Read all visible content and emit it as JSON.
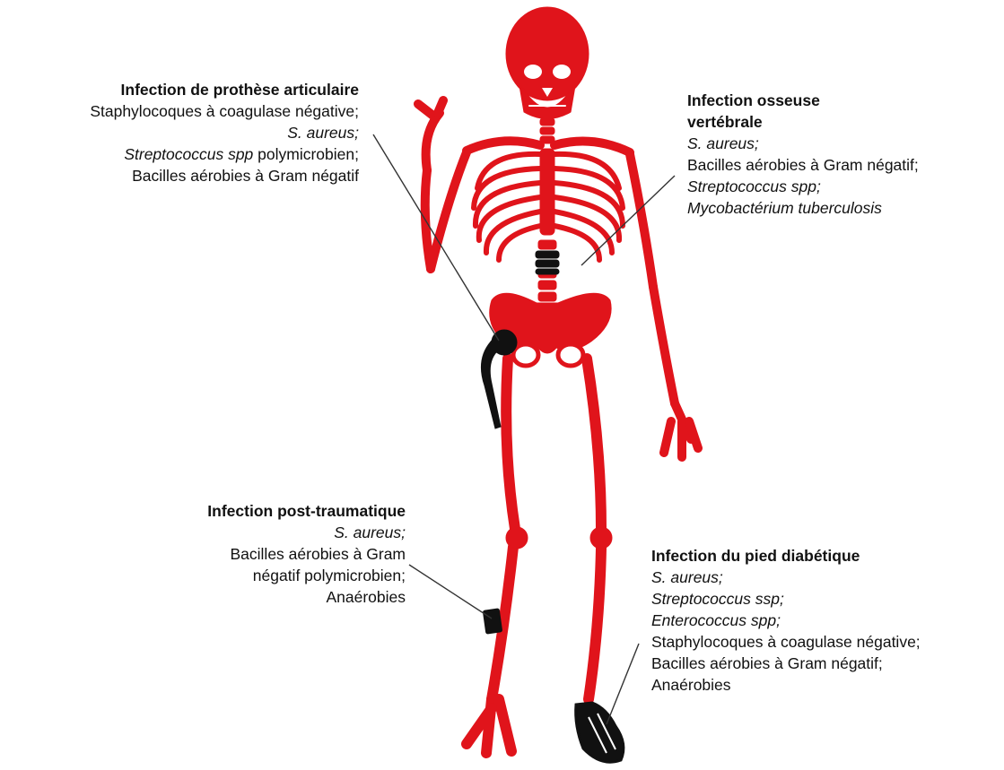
{
  "colors": {
    "bone": "#e0141b",
    "implant": "#111111",
    "leader": "#333333",
    "text": "#111111"
  },
  "labels": {
    "prothese": {
      "title": "Infection de prothèse articulaire",
      "lines": [
        {
          "parts": [
            {
              "text": "Staphylocoques à coagulase négative;",
              "italic": false
            }
          ]
        },
        {
          "parts": [
            {
              "text": "S. aureus;",
              "italic": true
            }
          ]
        },
        {
          "parts": [
            {
              "text": "Streptococcus spp",
              "italic": true
            },
            {
              "text": " polymicrobien;",
              "italic": false
            }
          ]
        },
        {
          "parts": [
            {
              "text": "Bacilles aérobies à Gram négatif",
              "italic": false
            }
          ]
        }
      ]
    },
    "vertebrale": {
      "title_1": "Infection osseuse",
      "title_2": "vertébrale",
      "lines": [
        {
          "parts": [
            {
              "text": "S. aureus;",
              "italic": true
            }
          ]
        },
        {
          "parts": [
            {
              "text": "Bacilles aérobies à Gram négatif;",
              "italic": false
            }
          ]
        },
        {
          "parts": [
            {
              "text": "Streptococcus spp;",
              "italic": true
            }
          ]
        },
        {
          "parts": [
            {
              "text": "Mycobactérium tuberculosis",
              "italic": true
            }
          ]
        }
      ]
    },
    "post": {
      "title": "Infection post-traumatique",
      "lines": [
        {
          "parts": [
            {
              "text": "S. aureus;",
              "italic": true
            }
          ]
        },
        {
          "parts": [
            {
              "text": "Bacilles aérobies à Gram",
              "italic": false
            }
          ]
        },
        {
          "parts": [
            {
              "text": "négatif polymicrobien;",
              "italic": false
            }
          ]
        },
        {
          "parts": [
            {
              "text": "Anaérobies",
              "italic": false
            }
          ]
        }
      ]
    },
    "pied": {
      "title": "Infection du pied diabétique",
      "lines": [
        {
          "parts": [
            {
              "text": "S. aureus;",
              "italic": true
            }
          ]
        },
        {
          "parts": [
            {
              "text": "Streptococcus ssp;",
              "italic": true
            }
          ]
        },
        {
          "parts": [
            {
              "text": "Enterococcus spp;",
              "italic": true
            }
          ]
        },
        {
          "parts": [
            {
              "text": "Staphylocoques à coagulase négative;",
              "italic": false
            }
          ]
        },
        {
          "parts": [
            {
              "text": "Bacilles aérobies à Gram négatif;",
              "italic": false
            }
          ]
        },
        {
          "parts": [
            {
              "text": "Anaérobies",
              "italic": false
            }
          ]
        }
      ]
    }
  }
}
